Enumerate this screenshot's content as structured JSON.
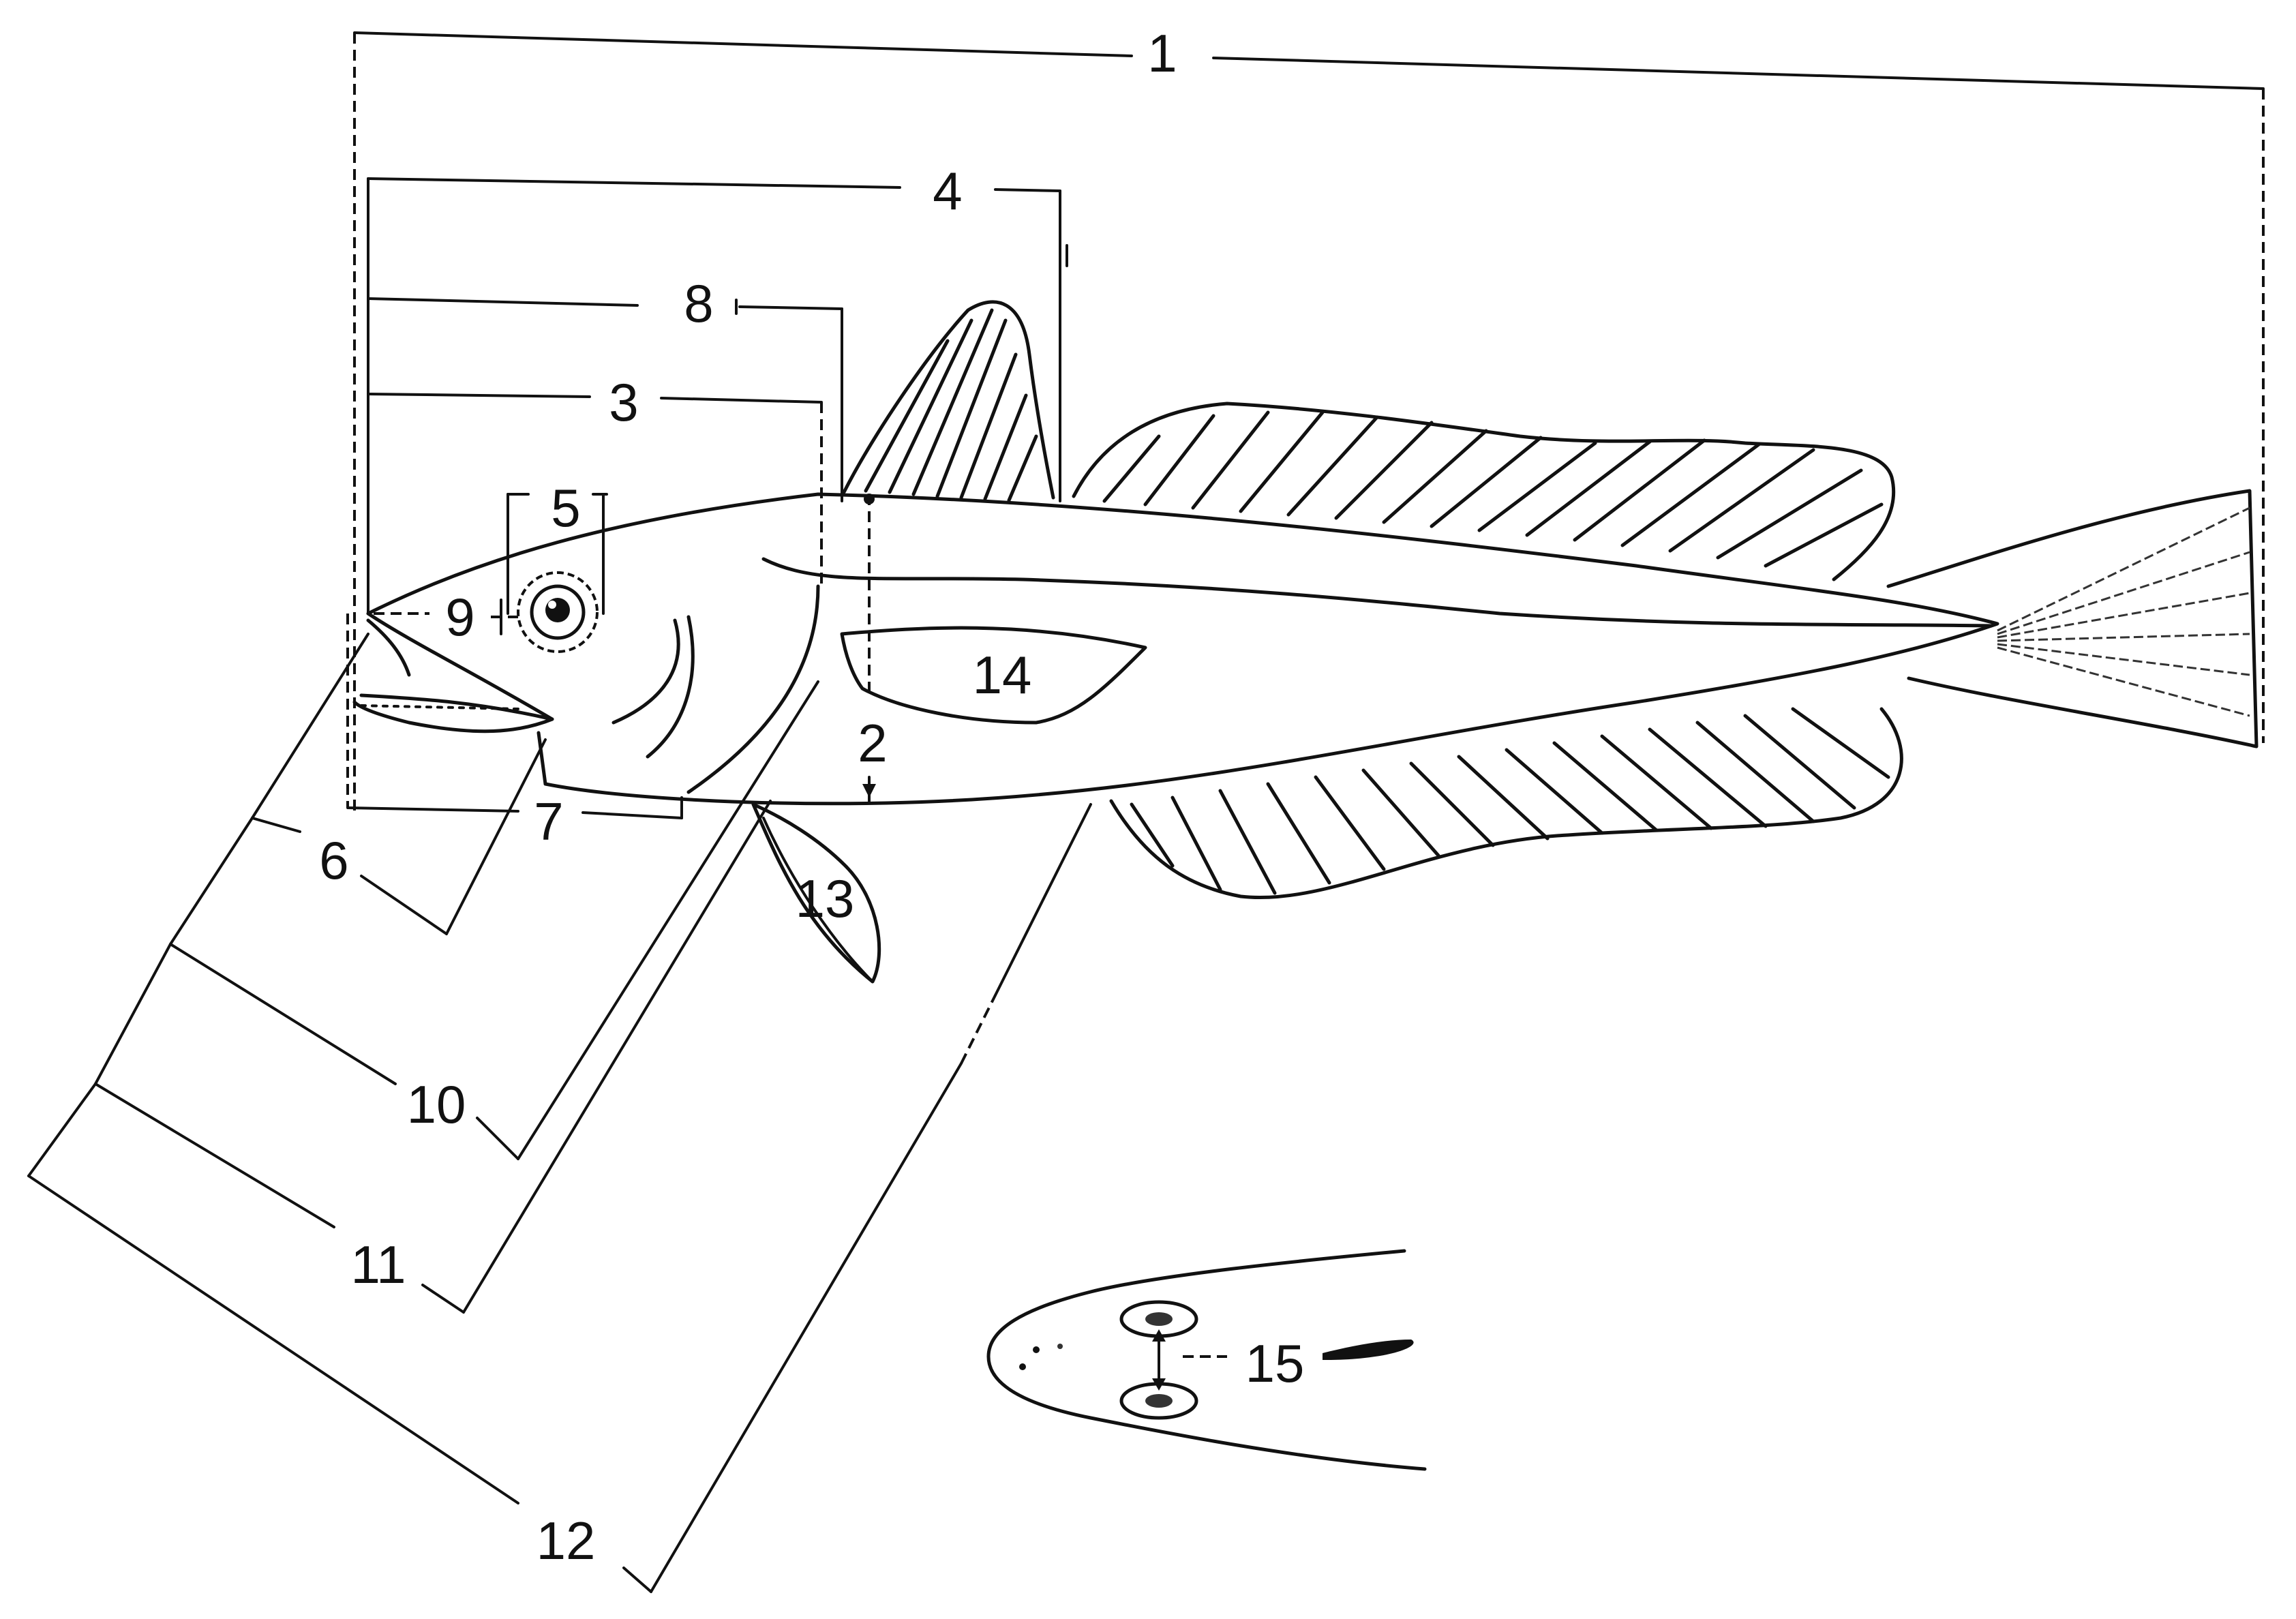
{
  "diagram": {
    "measurement_labels": {
      "m1": "1",
      "m2": "2",
      "m3": "3",
      "m4": "4",
      "m5": "5",
      "m6": "6",
      "m7": "7",
      "m8": "8",
      "m9": "9",
      "m10": "10",
      "m11": "11",
      "m12": "12",
      "m13": "13",
      "m14": "14",
      "m15": "15"
    }
  },
  "colors": {
    "ink": "#111111",
    "background": "#ffffff"
  }
}
